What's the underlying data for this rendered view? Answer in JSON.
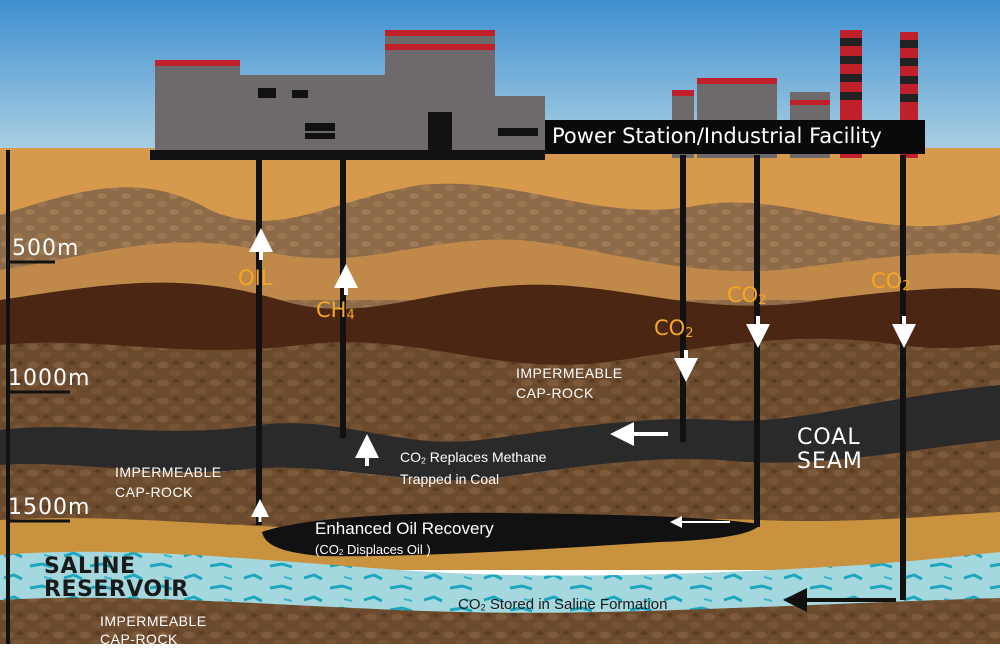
{
  "facility_label": "Power Station/Industrial Facility",
  "depths": [
    "500m",
    "1000m",
    "1500m"
  ],
  "gases": {
    "oil": "OIL",
    "ch4_base": "CH",
    "ch4_sub": "4",
    "co2_base": "CO",
    "co2_sub": "2"
  },
  "captions": {
    "cap_rock_line1": "IMPERMEABLE",
    "cap_rock_line2": "CAP-ROCK",
    "co2_replaces_line1_suffix": " Replaces Methane",
    "co2_replaces_line2": "Trapped in Coal",
    "coal_seam_line1": "COAL",
    "coal_seam_line2": "SEAM",
    "eor_title": "Enhanced Oil Recovery",
    "eor_sub_prefix": "(CO",
    "eor_sub_suffix": " Displaces Oil )",
    "saline_line1": "SALINE",
    "saline_line2": "RESERVOIR",
    "saline_stored_suffix": " Stored in Saline Formation"
  },
  "colors": {
    "sky_top": "#3f8fd0",
    "sky_bottom": "#a9cfe2",
    "surface": "#d79a4c",
    "brown_dark": "#4a2613",
    "coal": "#2a2a2a",
    "saline": "#9fd7dd",
    "gas_label": "#f5a623",
    "building": "#6e6a6b",
    "chimney_red": "#c0202a"
  }
}
